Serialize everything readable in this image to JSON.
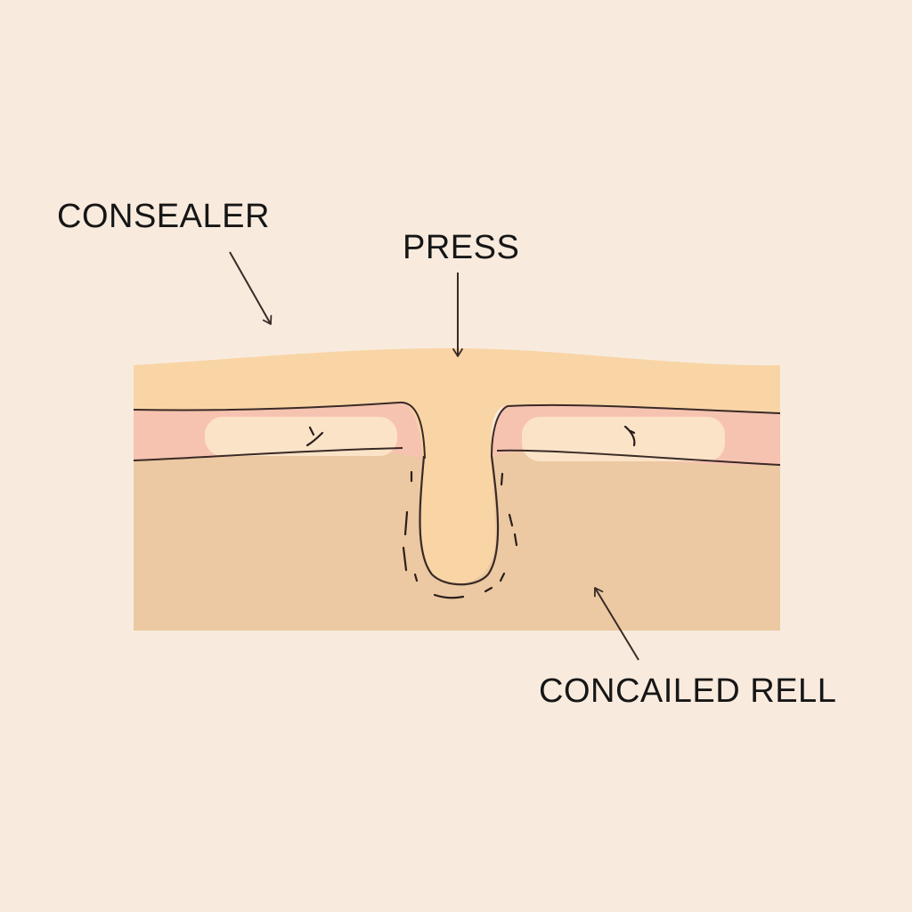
{
  "labels": {
    "concealer": "CONSEALER",
    "press": "PRESS",
    "concealed": "CONCAILED RELL"
  },
  "colors": {
    "background": "#f8ebde",
    "concealer_layer": "#f9d5a6",
    "skin_band": "#f6c3b1",
    "skin_highlight": "#fbe3c8",
    "tissue": "#ecc9a2",
    "outline": "#3a2a26",
    "text": "#161616"
  },
  "icons": [
    "arrow-down-right-icon",
    "arrow-down-icon",
    "arrow-up-left-icon"
  ]
}
